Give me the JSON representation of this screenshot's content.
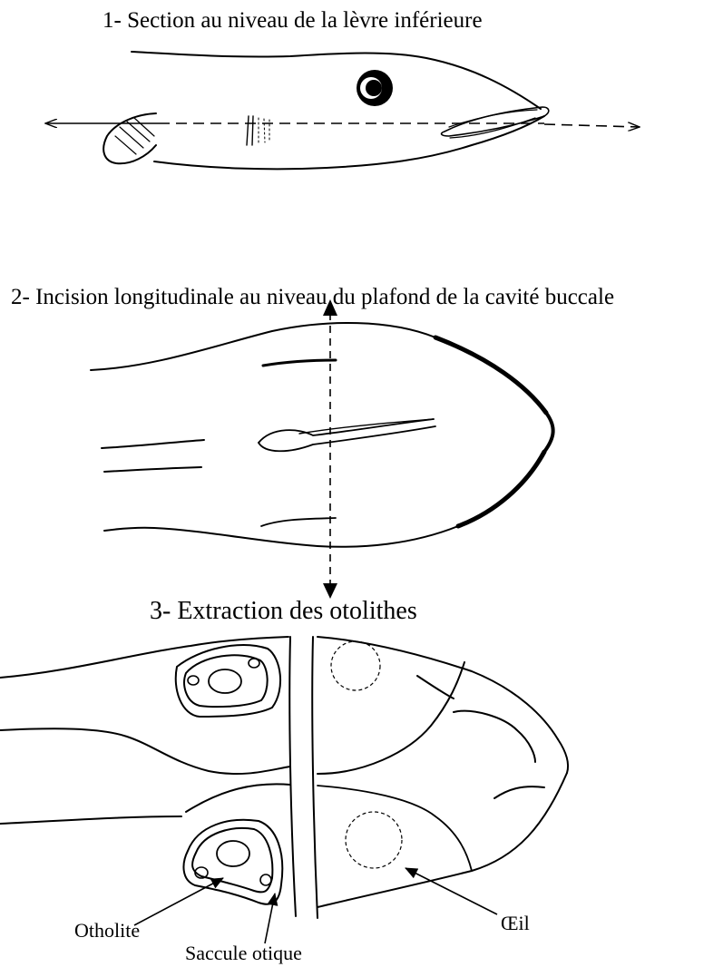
{
  "step1": {
    "title": "1- Section au niveau de la lèvre inférieure"
  },
  "step2": {
    "title": "2- Incision longitudinale au niveau du plafond de la cavité buccale"
  },
  "step3": {
    "title": "3- Extraction des otolithes"
  },
  "labels": {
    "otolith": "Otholite",
    "otic_saccule": "Saccule otique",
    "eye": "Œil"
  }
}
